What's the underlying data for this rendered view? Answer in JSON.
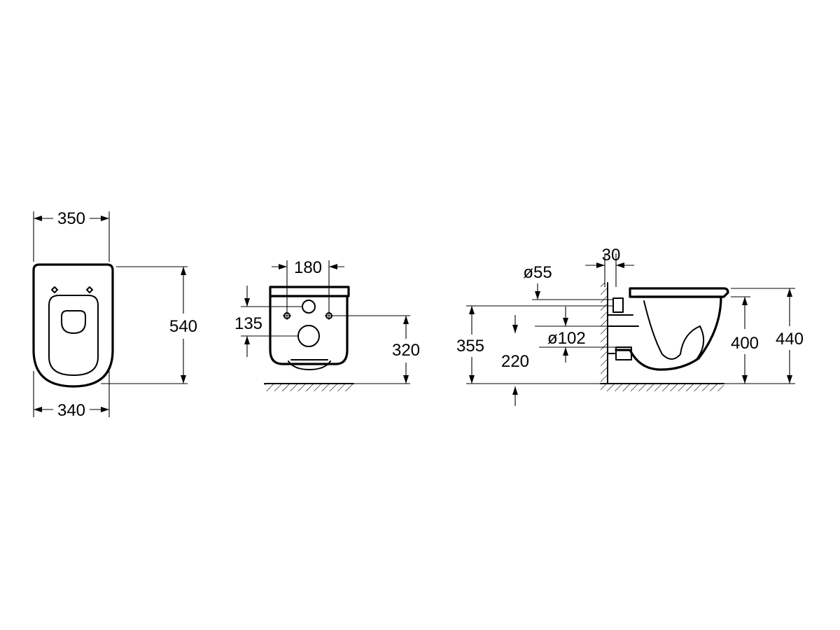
{
  "views": {
    "top": {
      "width_top": "350",
      "width_bottom": "340",
      "length": "540"
    },
    "front": {
      "hole_spacing": "180",
      "hole_height_difference": "135",
      "outlet_height": "320"
    },
    "side": {
      "wall_distance": "30",
      "inlet_diameter": "ø55",
      "outlet_diameter": "ø102",
      "inlet_height": "355",
      "outlet_height": "220",
      "bowl_height": "400",
      "total_height": "440"
    }
  }
}
